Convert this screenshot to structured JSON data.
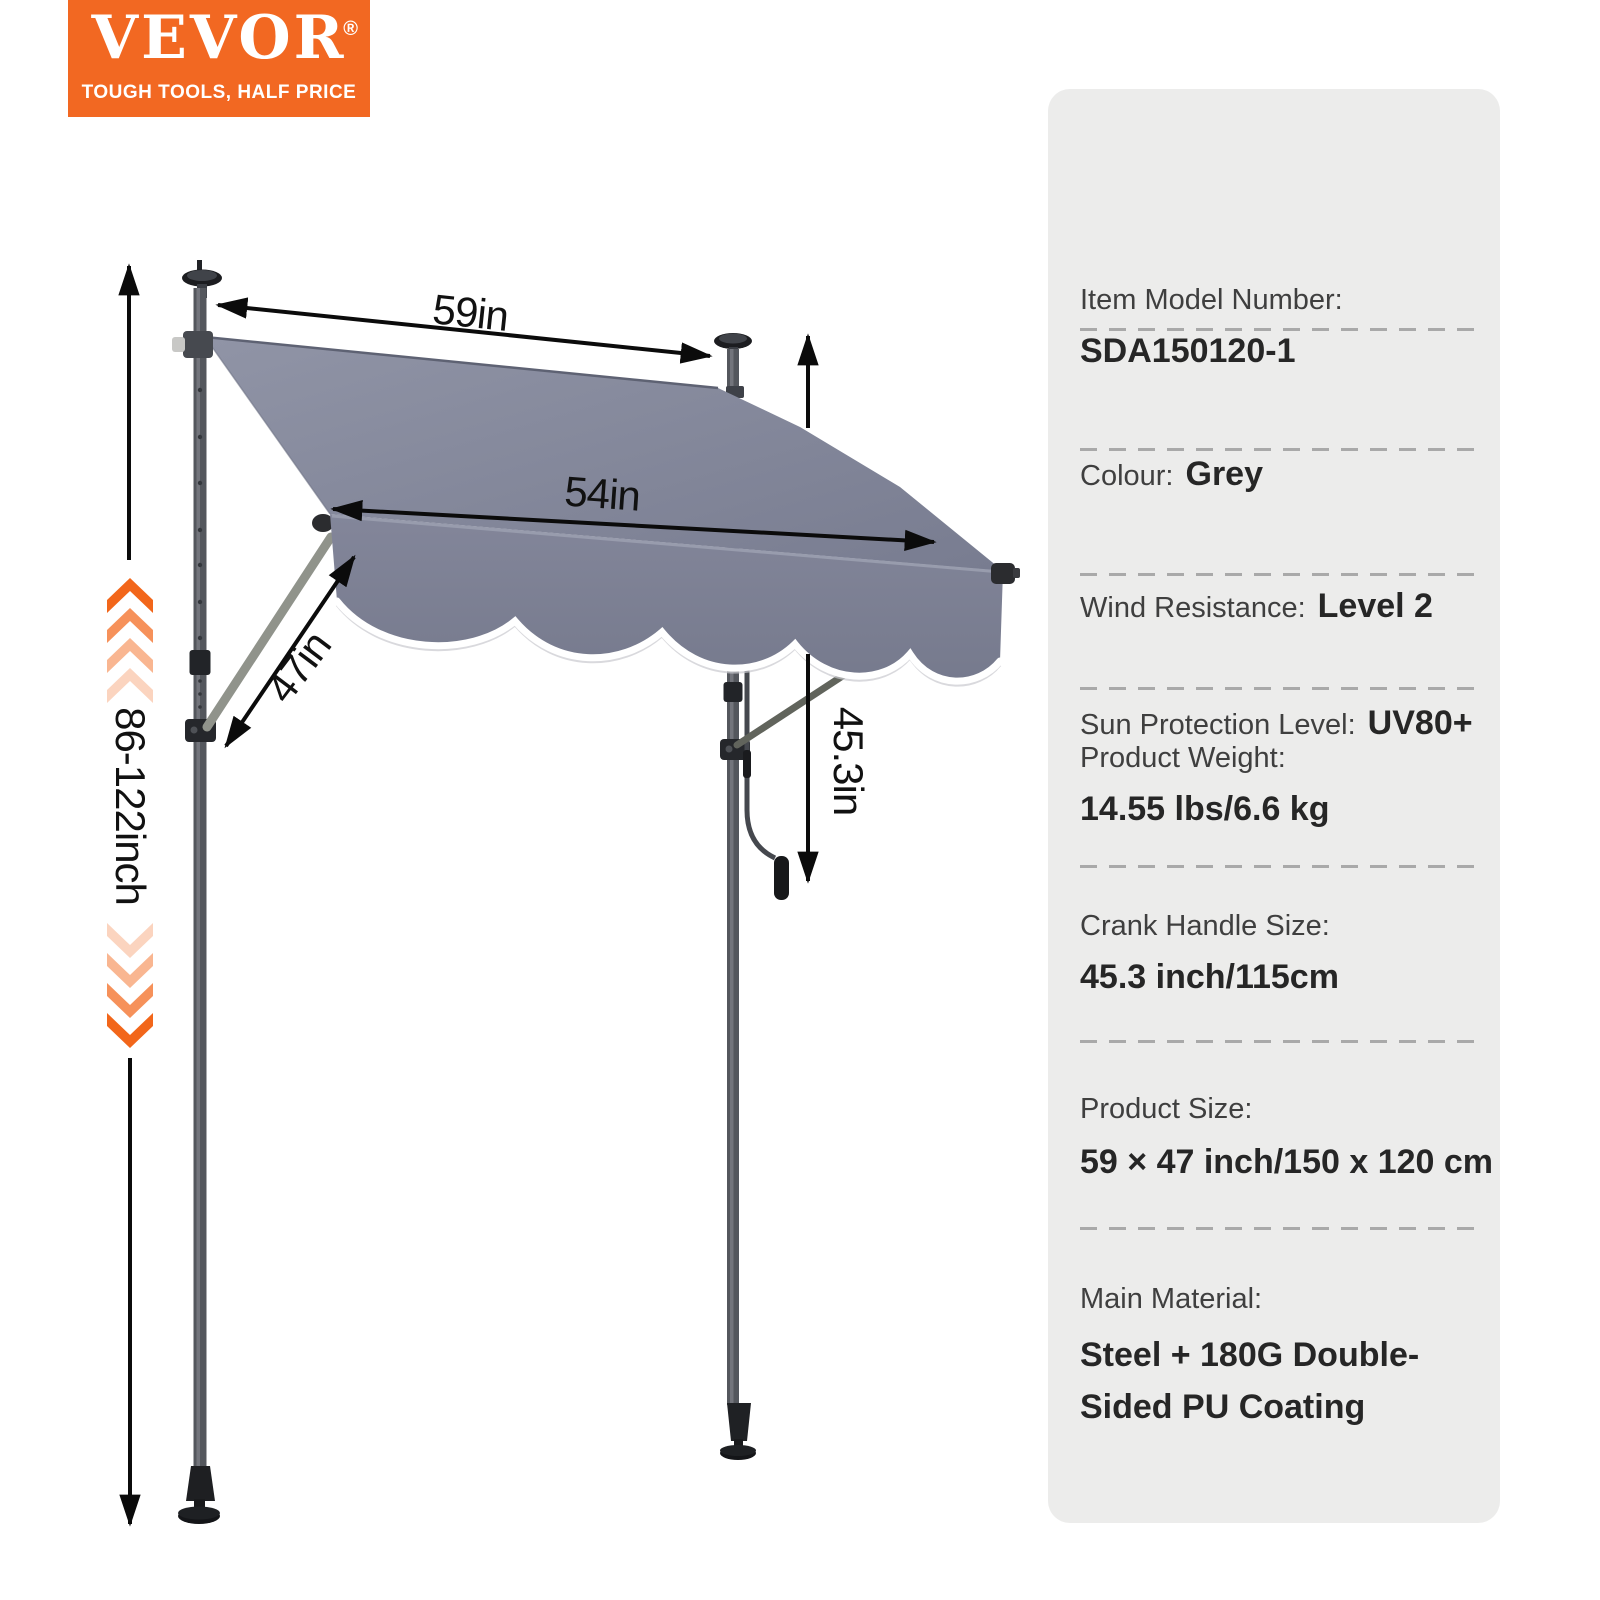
{
  "logo": {
    "brand": "VEVOR",
    "registered": "®",
    "tagline": "TOUGH TOOLS, HALF PRICE"
  },
  "diagram": {
    "labels": {
      "top_width": "59in",
      "front_width": "54in",
      "projection": "47in",
      "crank_length": "45.3in",
      "height_range": "86-122inch"
    }
  },
  "specs": {
    "rows": [
      {
        "label": "Item Model Number:",
        "value": "SDA150120-1"
      },
      {
        "label": "Colour:",
        "value": "Grey"
      },
      {
        "label": "Wind Resistance:",
        "value": "Level 2"
      },
      {
        "label": "Sun Protection Level:",
        "value": "UV80+"
      },
      {
        "label": "Product Weight:",
        "value": "14.55 lbs/6.6 kg"
      },
      {
        "label": "Crank Handle Size:",
        "value": "45.3 inch/115cm"
      },
      {
        "label": "Product Size:",
        "value": "59 × 47 inch/150 x 120 cm"
      },
      {
        "label": "Main Material:",
        "value": "Steel + 180G Double-Sided PU Coating"
      }
    ]
  },
  "colors": {
    "brand_orange": "#F26822",
    "fabric_grey": "#82869A",
    "panel_grey": "#ECECEB",
    "arrow_black": "#0B0B0B"
  }
}
